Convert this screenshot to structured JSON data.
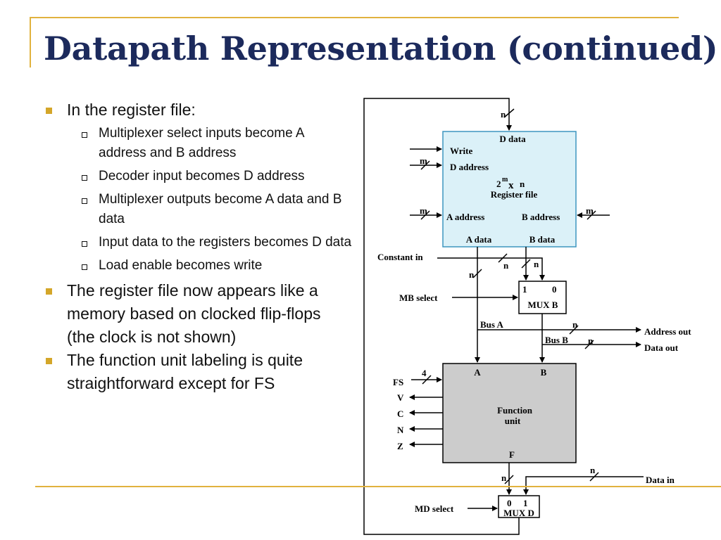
{
  "title": "Datapath Representation (continued)",
  "bullets": [
    {
      "text": "In the register file:",
      "subs": [
        "Multiplexer select inputs become A address and B address",
        "Decoder input becomes D address",
        "Multiplexer outputs become A data and B data",
        "Input data to the registers becomes D data",
        "Load enable becomes write"
      ]
    },
    {
      "text": "The register file now appears like a memory based on clocked flip-flops (the clock is not shown)",
      "subs": []
    },
    {
      "text": "The function unit labeling is quite straightforward except for FS",
      "subs": []
    }
  ],
  "diagram": {
    "register_file": {
      "d_data": "D data",
      "write": "Write",
      "d_address": "D address",
      "size_base": "2",
      "size_exp": "m",
      "size_x": "x",
      "size_n": "n",
      "name": "Register file",
      "a_address": "A address",
      "b_address": "B address",
      "a_data": "A data",
      "b_data": "B data",
      "fill": "#dbf1f8",
      "stroke": "#3d95bf"
    },
    "mux_b": {
      "in1": "1",
      "in0": "0",
      "name": "MUX B",
      "select": "MB select",
      "constant_in": "Constant in"
    },
    "buses": {
      "bus_a": "Bus A",
      "bus_b": "Bus B",
      "address_out": "Address out",
      "data_out": "Data out"
    },
    "function_unit": {
      "in_a": "A",
      "in_b": "B",
      "line1": "Function",
      "line2": "unit",
      "out_f": "F",
      "fs": "FS",
      "fs_width": "4",
      "status": [
        "V",
        "C",
        "N",
        "Z"
      ],
      "fill": "#cccccc"
    },
    "mux_d": {
      "in0": "0",
      "in1": "1",
      "name": "MUX D",
      "select": "MD select",
      "data_in": "Data in"
    },
    "widths": {
      "n": "n",
      "m": "m"
    }
  },
  "colors": {
    "title": "#1c2a5c",
    "accent": "#e1b23e",
    "bullet": "#d4a629"
  }
}
